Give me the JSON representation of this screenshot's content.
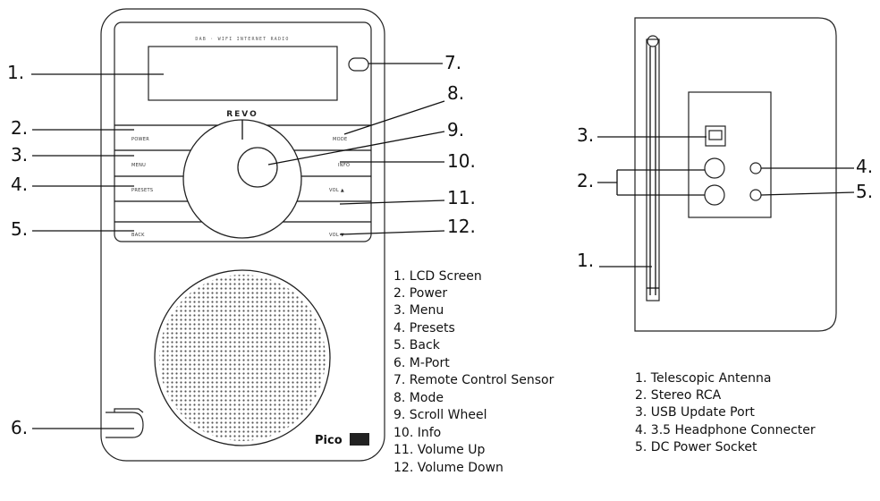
{
  "front": {
    "display_header": "DAB · WIFI INTERNET RADIO",
    "brand": "REVO",
    "product_logo": "Pico",
    "button_labels": {
      "power": "POWER",
      "menu": "MENU",
      "presets": "PRESETS",
      "back": "BACK",
      "mode": "MODE",
      "info": "INFO",
      "vol_up": "VOL ▲",
      "vol_down": "VOL ▼"
    },
    "callouts": [
      "1.",
      "2.",
      "3.",
      "4.",
      "5.",
      "6.",
      "7.",
      "8.",
      "9.",
      "10.",
      "11.",
      "12."
    ],
    "legend": [
      "1. LCD Screen",
      "2. Power",
      "3. Menu",
      "4. Presets",
      "5. Back",
      "6. M-Port",
      "7. Remote Control Sensor",
      "8. Mode",
      "9. Scroll Wheel",
      "10. Info",
      "11. Volume Up",
      "12. Volume Down"
    ]
  },
  "back": {
    "callouts": [
      "1.",
      "2.",
      "3.",
      "4.",
      "5."
    ],
    "legend": [
      "1. Telescopic Antenna",
      "2. Stereo RCA",
      "3. USB Update Port",
      "4. 3.5 Headphone Connecter",
      "5. DC Power Socket"
    ]
  }
}
